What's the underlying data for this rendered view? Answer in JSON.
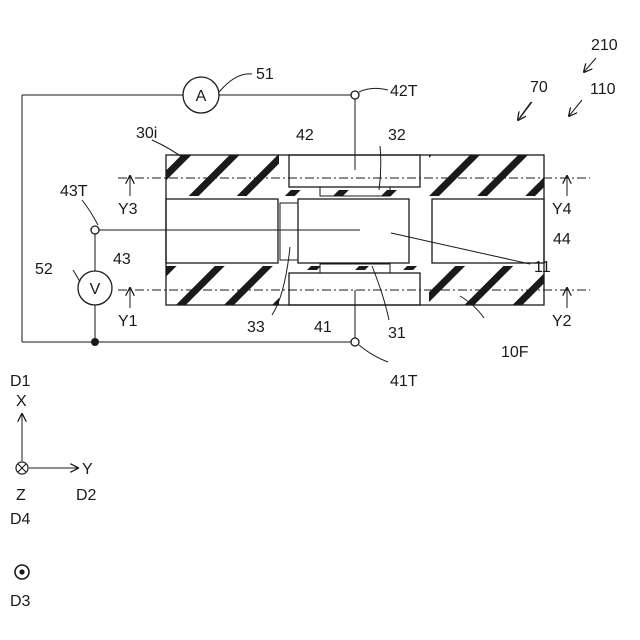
{
  "figure": {
    "refs": {
      "r210": "210",
      "r110": "110",
      "r70": "70",
      "r51": "51",
      "r42T": "42T",
      "r30i": "30i",
      "r42": "42",
      "r32": "32",
      "r43T": "43T",
      "rY3": "Y3",
      "rY4": "Y4",
      "r44": "44",
      "r52": "52",
      "r43": "43",
      "r11": "11",
      "rY1": "Y1",
      "rY2": "Y2",
      "r33": "33",
      "r41": "41",
      "r31": "31",
      "r10F": "10F",
      "r41T": "41T"
    },
    "meters": {
      "ammeter": "A",
      "voltmeter": "V"
    },
    "axes": {
      "d1": "D1",
      "x": "X",
      "y": "Y",
      "d2": "D2",
      "z": "Z",
      "d4": "D4",
      "d3": "D3"
    }
  }
}
